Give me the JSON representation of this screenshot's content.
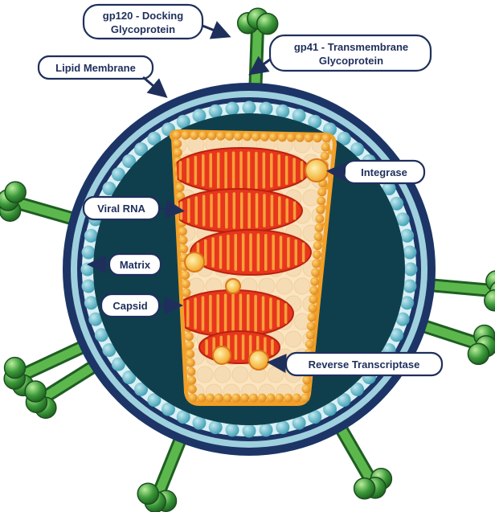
{
  "labels": {
    "gp120_line1": "gp120 - Docking",
    "gp120_line2": "Glycoprotein",
    "gp41_line1": "gp41 - Transmembrane",
    "gp41_line2": "Glycoprotein",
    "lipid_membrane": "Lipid Membrane",
    "integrase": "Integrase",
    "viral_rna": "Viral RNA",
    "matrix": "Matrix",
    "capsid": "Capsid",
    "reverse_transcriptase": "Reverse Transcriptase"
  },
  "colors": {
    "membrane_outer": "#1c3566",
    "membrane_inner": "#8fc6d8",
    "matrix_beads": "#5fb8c9",
    "interior": "#0f3f4d",
    "capsid_edge": "#f2a027",
    "capsid_fill": "#fbe4c0",
    "rna": "#e8361c",
    "rna_stripe": "#f7a03a",
    "spike_green": "#3c9a3a",
    "spike_light": "#8dd47c",
    "label_text": "#1f2f5c"
  },
  "icons": [
    "gp120-spike-icon",
    "gp41-stalk-icon",
    "arrow-icon"
  ]
}
